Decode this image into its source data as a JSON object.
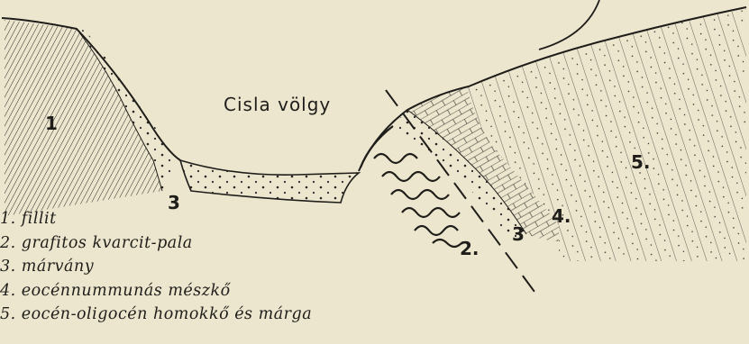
{
  "diagram": {
    "title": "Cisla völgy",
    "section_labels": [
      "1",
      "3",
      "2.",
      "3",
      "4.",
      "5."
    ]
  },
  "legend": [
    "1. fillit",
    "2. grafitos kvarcit-pala",
    "3. márvány",
    "4. eocénnummunás mészkő",
    "5. eocén-oligocén homokkő és márga"
  ]
}
